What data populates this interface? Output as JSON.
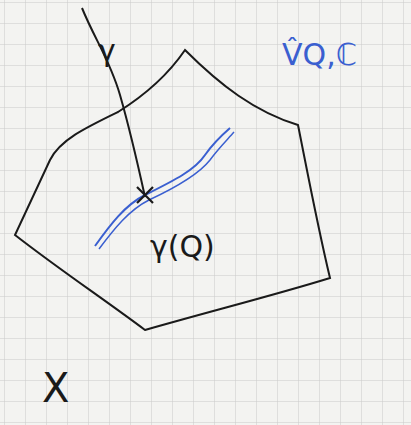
{
  "diagram": {
    "labels": [
      "γ",
      "γ(Q)",
      "X",
      "V̂Q,ℂ"
    ]
  }
}
